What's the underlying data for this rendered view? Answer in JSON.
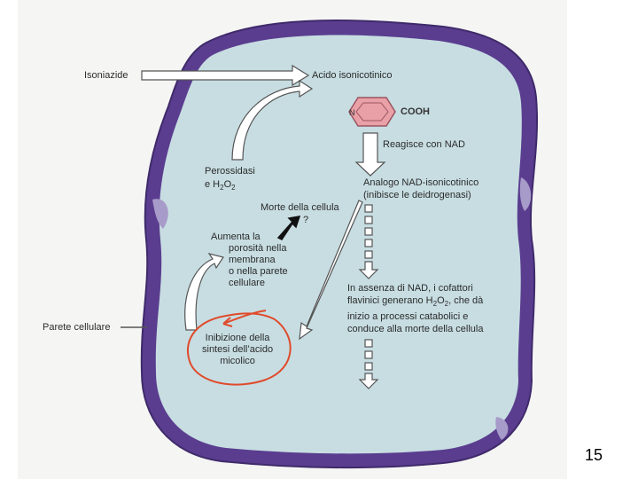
{
  "slide": {
    "page_number": "15",
    "colors": {
      "membrane": "#5a3d8f",
      "cytoplasm": "#c7dde2",
      "drug_ring": "#e9a0a7",
      "arrow_outline": "#555555",
      "annotation": "#e04a2a"
    },
    "diagram": {
      "isoniazide": "Isoniazide",
      "acido": "Acido isonicotinico",
      "ring_n": "N",
      "cooh": "COOH",
      "reagisce": "Reagisce con NAD",
      "perossidasi_1": "Perossidasi",
      "perossidasi_2": "e H",
      "perossidasi_sub1": "2",
      "perossidasi_mid": "O",
      "perossidasi_sub2": "2",
      "analogo_1": "Analogo NAD-isonicotinico",
      "analogo_2": "(inibisce le deidrogenasi)",
      "morte": "Morte della cellula",
      "morte_q": "?",
      "aumenta_1": "Aumenta la",
      "aumenta_2": "porosità nella",
      "aumenta_3": "membrana",
      "aumenta_4": "o nella parete",
      "aumenta_5": "cellulare",
      "parete": "Parete cellulare",
      "assenza_1": "In assenza di NAD, i cofattori",
      "assenza_2a": "flavinici generano H",
      "assenza_2sub1": "2",
      "assenza_2mid": "O",
      "assenza_2sub2": "2",
      "assenza_2b": ", che dà",
      "assenza_3": "inizio a processi catabolici e",
      "assenza_4": "conduce alla morte della cellula",
      "inibizione_1": "Inibizione della",
      "inibizione_2": "sintesi dell’acido",
      "inibizione_3": "micolico"
    }
  }
}
